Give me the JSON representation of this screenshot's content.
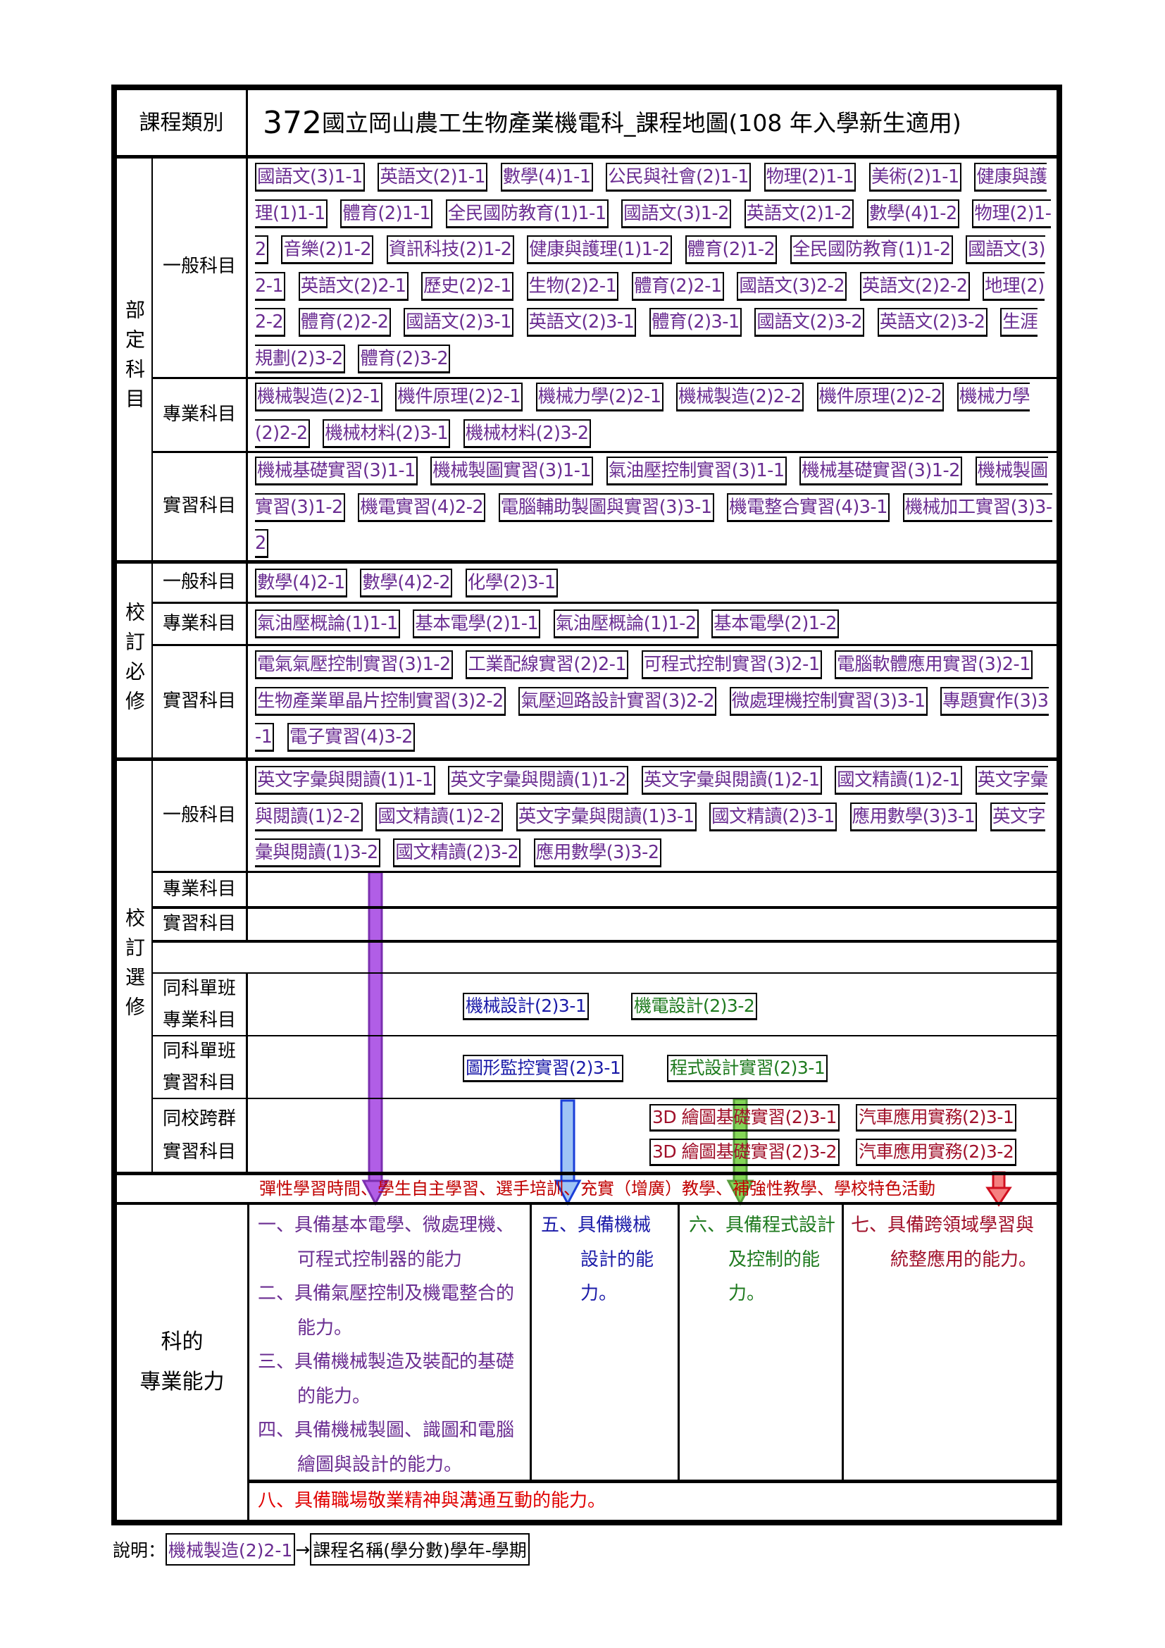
{
  "header": {
    "category_label": "課程類別",
    "title_number": "372",
    "title_text": " 國立岡山農工生物產業機電科_課程地圖(108 年入學新生適用)"
  },
  "sections": {
    "required_national": {
      "label": "部定科目",
      "general": {
        "label": "一般科目",
        "courses": [
          "國語文(3)1-1",
          "英語文(2)1-1",
          "數學(4)1-1",
          "公民與社會(2)1-1",
          "物理(2)1-1",
          "美術(2)1-1",
          "健康與護理(1)1-1",
          "體育(2)1-1",
          "全民國防教育(1)1-1",
          "國語文(3)1-2",
          "英語文(2)1-2",
          "數學(4)1-2",
          "物理(2)1-2",
          "音樂(2)1-2",
          "資訊科技(2)1-2",
          "健康與護理(1)1-2",
          "體育(2)1-2",
          "全民國防教育(1)1-2",
          "國語文(3)2-1",
          "英語文(2)2-1",
          "歷史(2)2-1",
          "生物(2)2-1",
          "體育(2)2-1",
          "國語文(3)2-2",
          "英語文(2)2-2",
          "地理(2)2-2",
          "體育(2)2-2",
          "國語文(2)3-1",
          "英語文(2)3-1",
          "體育(2)3-1",
          "國語文(2)3-2",
          "英語文(2)3-2",
          "生涯規劃(2)3-2",
          "體育(2)3-2"
        ]
      },
      "professional": {
        "label": "專業科目",
        "courses": [
          "機械製造(2)2-1",
          "機件原理(2)2-1",
          "機械力學(2)2-1",
          "機械製造(2)2-2",
          "機件原理(2)2-2",
          "機械力學(2)2-2",
          "機械材料(2)3-1",
          "機械材料(2)3-2"
        ]
      },
      "practice": {
        "label": "實習科目",
        "courses": [
          "機械基礎實習(3)1-1",
          "機械製圖實習(3)1-1",
          "氣油壓控制實習(3)1-1",
          "機械基礎實習(3)1-2",
          "機械製圖實習(3)1-2",
          "機電實習(4)2-2",
          "電腦輔助製圖與實習(3)3-1",
          "機電整合實習(4)3-1",
          "機械加工實習(3)3-2"
        ]
      }
    },
    "school_required": {
      "label": "校訂必修",
      "general": {
        "label": "一般科目",
        "courses": [
          "數學(4)2-1",
          "數學(4)2-2",
          "化學(2)3-1"
        ]
      },
      "professional": {
        "label": "專業科目",
        "courses": [
          "氣油壓概論(1)1-1",
          "基本電學(2)1-1",
          "氣油壓概論(1)1-2",
          "基本電學(2)1-2"
        ]
      },
      "practice": {
        "label": "實習科目",
        "courses": [
          "電氣氣壓控制實習(3)1-2",
          "工業配線實習(2)2-1",
          "可程式控制實習(3)2-1",
          "電腦軟體應用實習(3)2-1",
          "生物產業單晶片控制實習(3)2-2",
          "氣壓迴路設計實習(3)2-2",
          "微處理機控制實習(3)3-1",
          "專題實作(3)3-1",
          "電子實習(4)3-2"
        ]
      }
    },
    "school_elective": {
      "label": "校訂選修",
      "general": {
        "label": "一般科目",
        "courses": [
          "英文字彙與閱讀(1)1-1",
          "英文字彙與閱讀(1)1-2",
          "英文字彙與閱讀(1)2-1",
          "國文精讀(1)2-1",
          "英文字彙與閱讀(1)2-2",
          "國文精讀(1)2-2",
          "英文字彙與閱讀(1)3-1",
          "國文精讀(2)3-1",
          "應用數學(3)3-1",
          "英文字彙與閱讀(1)3-2",
          "國文精讀(2)3-2",
          "應用數學(3)3-2"
        ]
      },
      "professional": {
        "label": "專業科目"
      },
      "practice": {
        "label": "實習科目"
      },
      "same_dept_prof": {
        "label1": "同科單班",
        "label2": "專業科目",
        "courses": [
          "機械設計(2)3-1",
          "機電設計(2)3-2"
        ]
      },
      "same_dept_prac": {
        "label1": "同科單班",
        "label2": "實習科目",
        "courses": [
          "圖形監控實習(2)3-1",
          "程式設計實習(2)3-1"
        ]
      },
      "cross_group": {
        "label1": "同校跨群",
        "label2": "實習科目",
        "courses": [
          "3D 繪圖基礎實習(2)3-1",
          "汽車應用實務(2)3-1",
          "3D 繪圖基礎實習(2)3-2",
          "汽車應用實務(2)3-2"
        ]
      }
    }
  },
  "flex_time": "彈性學習時間、學生自主學習、選手培訓、充實（增廣）教學、補強性教學、學校特色活動",
  "abilities": {
    "label1": "科的",
    "label2": "專業能力",
    "items": [
      "一、具備基本電學、微處理機、可程式控制器的能力",
      "二、具備氣壓控制及機電整合的能力。",
      "三、具備機械製造及裝配的基礎的能力。",
      "四、具備機械製圖、識圖和電腦繪圖與設計的能力。",
      "五、具備機械設計的能力。",
      "六、具備程式設計及控制的能力。",
      "七、具備跨領域學習與統整應用的能力。",
      "八、具備職場敬業精神與溝通互動的能力。"
    ]
  },
  "legend": {
    "label": "說明：",
    "example": "機械製造(2)2-1",
    "arrow": "→",
    "explanation": "課程名稱(學分數)學年-學期"
  },
  "colors": {
    "purple": "#6a2c91",
    "blue": "#1a1aa8",
    "green": "#1e7a1e",
    "darkred": "#a0102a",
    "red": "#e00000"
  }
}
